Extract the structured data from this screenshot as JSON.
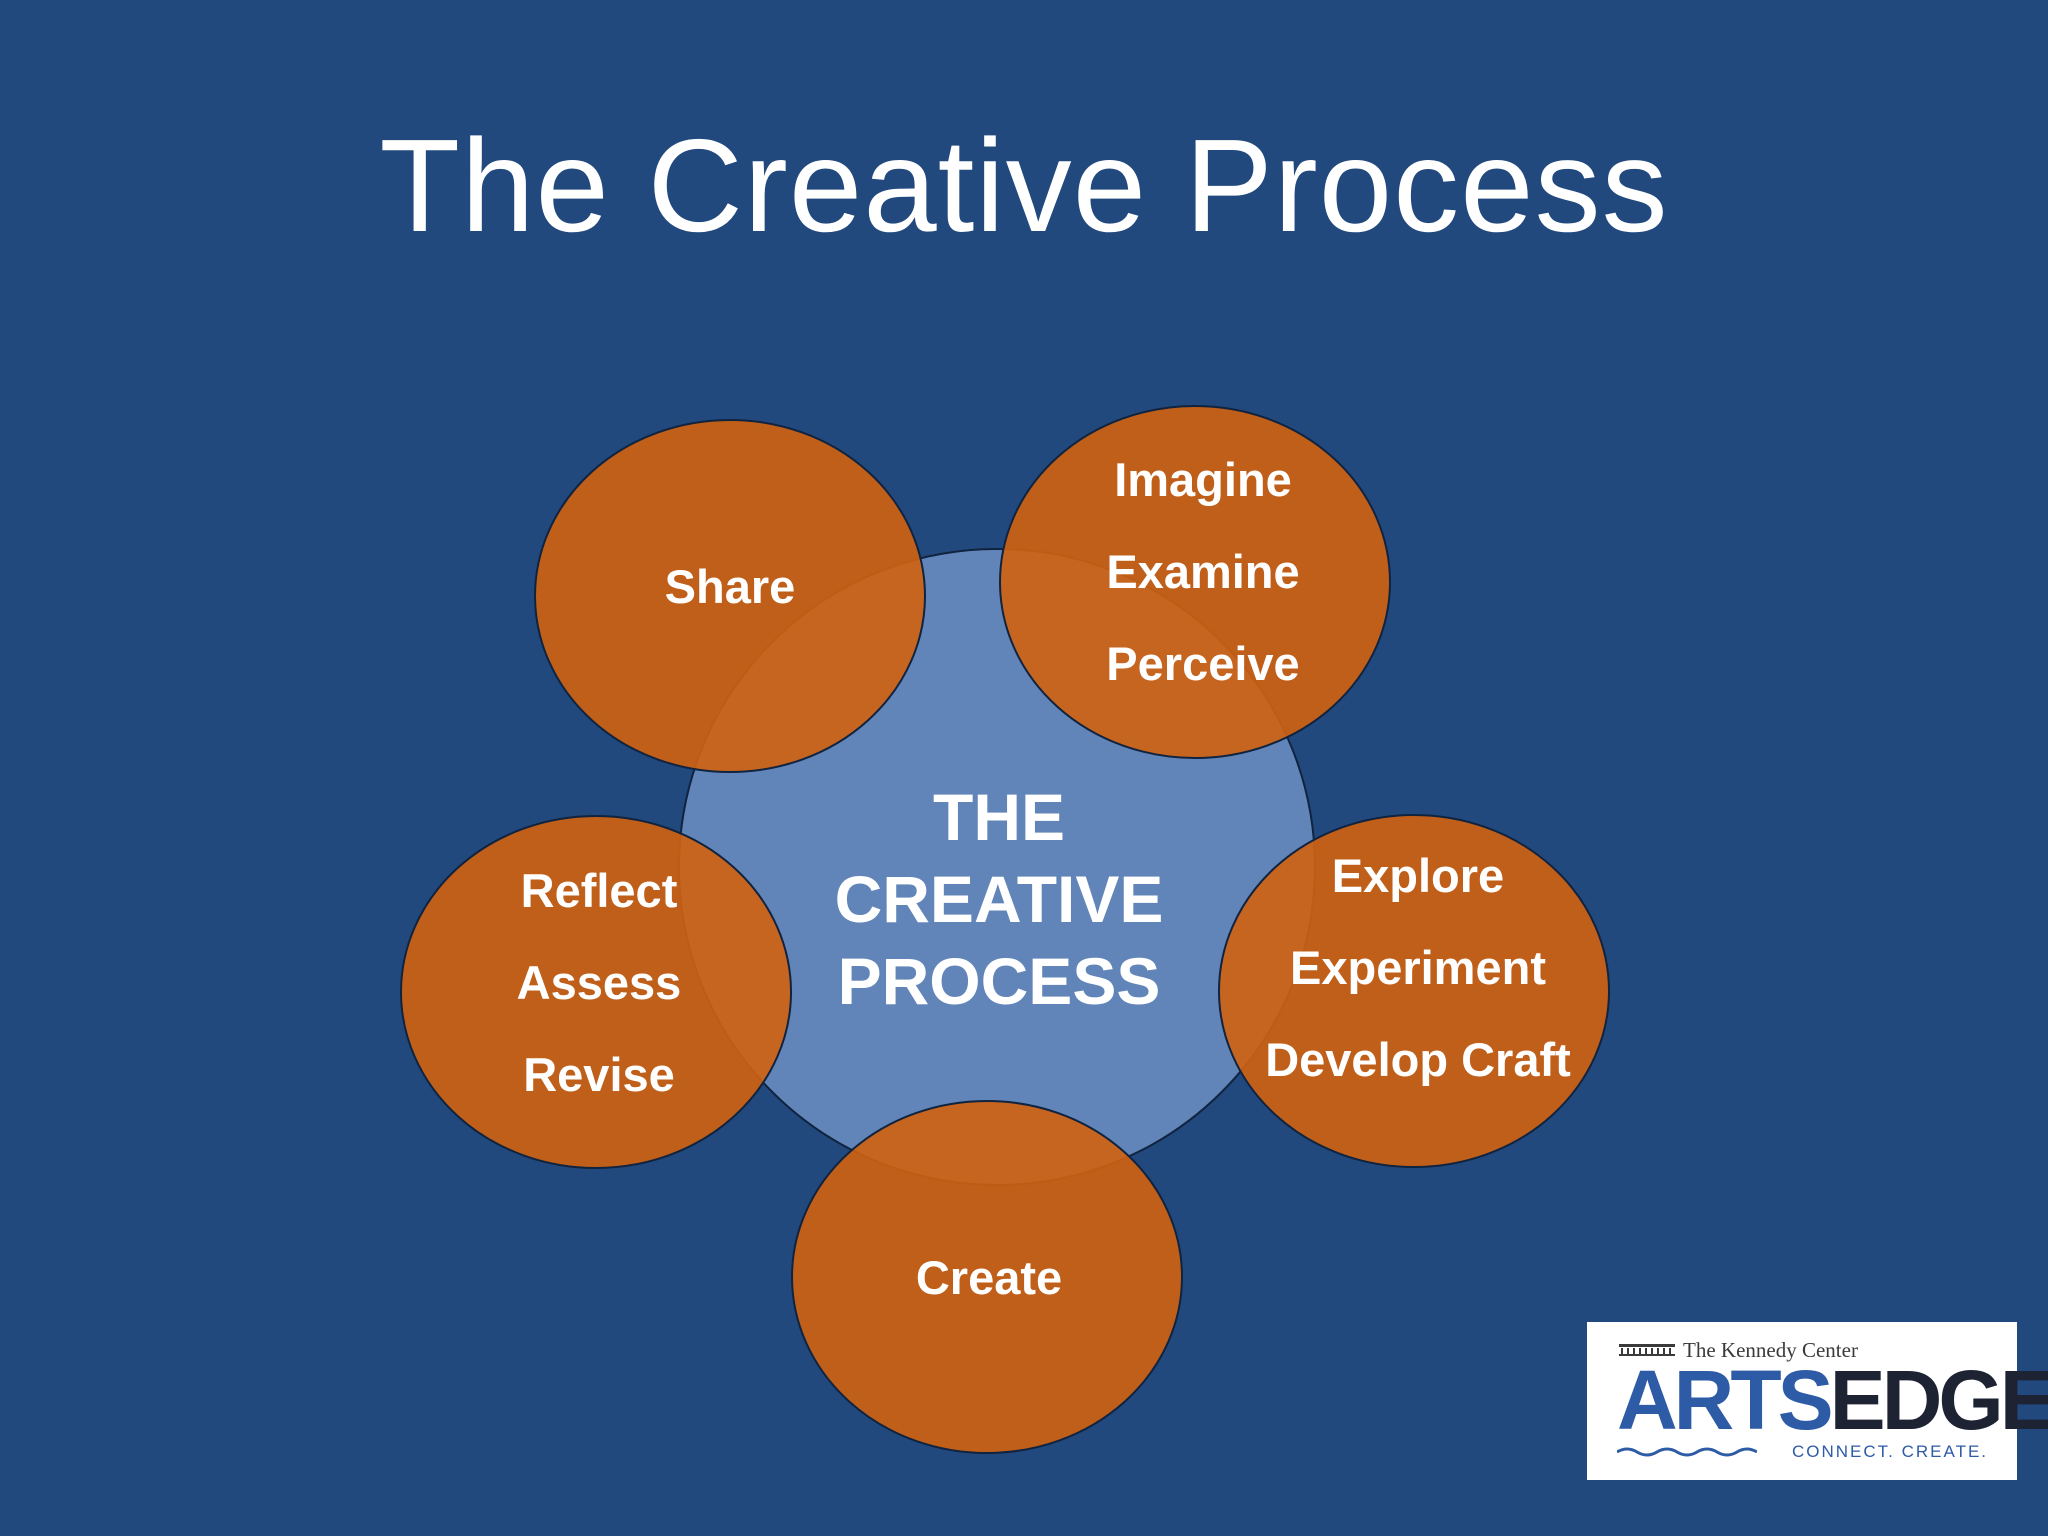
{
  "slide": {
    "title": "The Creative Process"
  },
  "colors": {
    "background": "#22497e",
    "center_fill": "#6d8fc3",
    "node_fill": "#d2620f",
    "text": "#ffffff"
  },
  "center": {
    "lines": [
      "THE",
      "CREATIVE",
      "PROCESS"
    ]
  },
  "nodes": [
    {
      "id": "share",
      "lines": [
        "Share"
      ]
    },
    {
      "id": "imagine",
      "lines": [
        "Imagine",
        "Examine",
        "Perceive"
      ]
    },
    {
      "id": "explore",
      "lines": [
        "Explore",
        "Experiment",
        "Develop Craft"
      ]
    },
    {
      "id": "create",
      "lines": [
        "Create"
      ]
    },
    {
      "id": "reflect",
      "lines": [
        "Reflect",
        "Assess",
        "Revise"
      ]
    }
  ],
  "logo": {
    "org": "The Kennedy Center",
    "brand_left": "ARTS",
    "brand_right": "EDGE",
    "tagline": "CONNECT. CREATE."
  }
}
